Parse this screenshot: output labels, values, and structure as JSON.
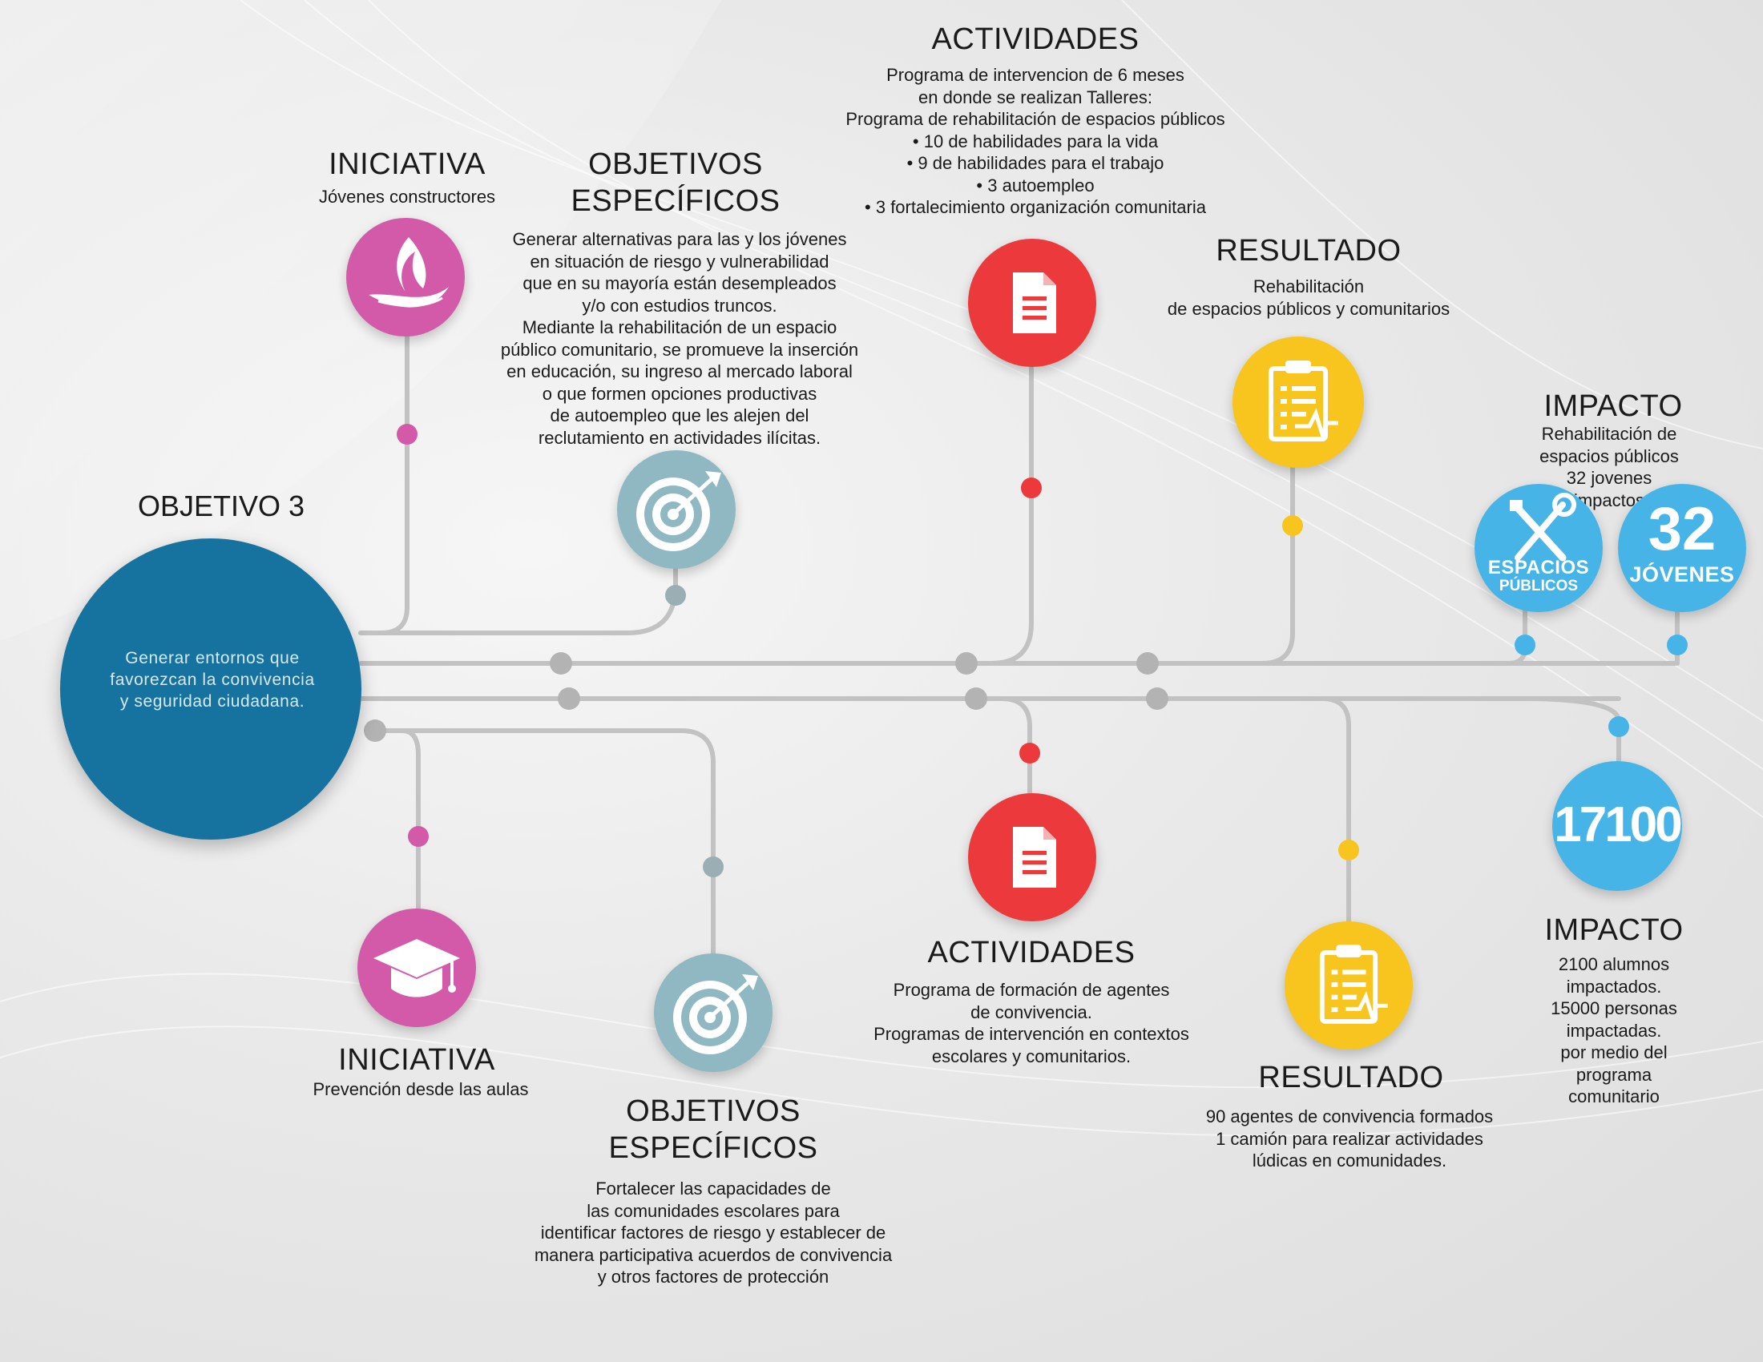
{
  "objective": {
    "label": "OBJETIVO 3",
    "text": "Generar entornos que\nfavorezcan la convivencia\ny seguridad ciudadana."
  },
  "top_branch": {
    "initiative": {
      "title": "INICIATIVA",
      "text": "Jóvenes constructores"
    },
    "specific_objectives": {
      "title": "OBJETIVOS\nESPECÍFICOS",
      "text": "Generar alternativas para las y los jóvenes\nen situación de riesgo y vulnerabilidad\nque en su mayoría están desempleados\ny/o con estudios truncos.\nMediante la rehabilitación de un espacio\npúblico comunitario, se promueve la inserción\nen educación, su ingreso al mercado laboral\no que formen opciones productivas\nde autoempleo que les alejen del\nreclutamiento en actividades ilícitas."
    },
    "activities": {
      "title": "ACTIVIDADES",
      "text": "Programa de intervencion de 6 meses\nen donde se realizan Talleres:\nPrograma de rehabilitación de espacios públicos\n• 10 de habilidades para la vida\n• 9 de habilidades para el trabajo\n• 3 autoempleo\n• 3 fortalecimiento organización comunitaria"
    },
    "result": {
      "title": "RESULTADO",
      "text": "Rehabilitación\nde espacios públicos y comunitarios"
    },
    "impact": {
      "title": "IMPACTO",
      "text": "Rehabilitación de espacios públicos\n32 jovenes impactos",
      "badge_spaces": {
        "line1": "ESPACIOS",
        "line2": "PÚBLICOS"
      },
      "badge_youth": {
        "number": "32",
        "label": "JÓVENES"
      }
    }
  },
  "bottom_branch": {
    "initiative": {
      "title": "INICIATIVA",
      "text": "Prevención desde las aulas"
    },
    "specific_objectives": {
      "title": "OBJETIVOS\nESPECÍFICOS",
      "text": "Fortalecer las capacidades de\nlas comunidades escolares para\nidentificar factores de riesgo y establecer de\nmanera participativa acuerdos de convivencia\ny otros factores de protección"
    },
    "activities": {
      "title": "ACTIVIDADES",
      "text": "Programa de formación de agentes\nde convivencia.\nProgramas de intervención en contextos\nescolares y comunitarios."
    },
    "result": {
      "title": "RESULTADO",
      "text": "90 agentes de convivencia formados\n1 camión para realizar actividades\nlúdicas en comunidades."
    },
    "impact": {
      "title": "IMPACTO",
      "text": "2100 alumnos impactados.\n15000 personas impactadas.\npor medio del programa comunitario",
      "badge_number": "17100"
    }
  },
  "colors": {
    "hub": "#1673a0",
    "initiative": "#d25aa9",
    "objectives": "#8fb8c2",
    "activities": "#ec3a3c",
    "result": "#f7c51d",
    "impact": "#47b4e8",
    "line": "#c2c2c2",
    "node": "#b3b3b3"
  }
}
